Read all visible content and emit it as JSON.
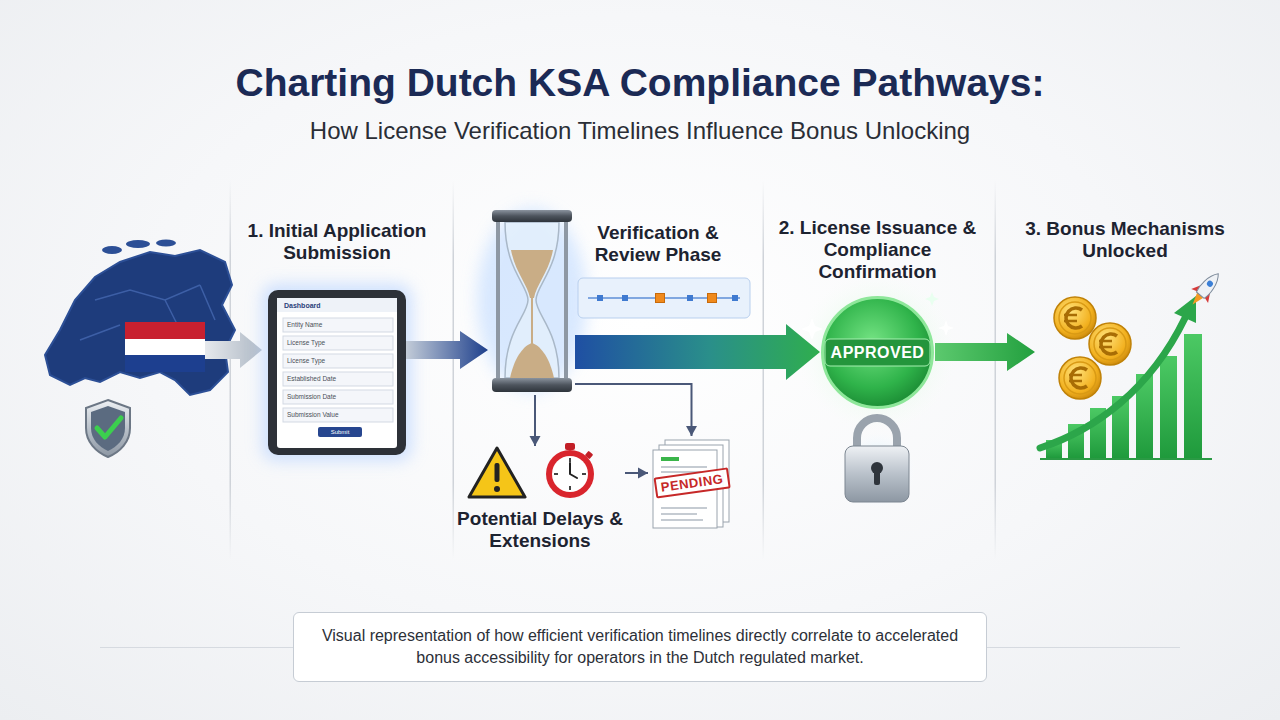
{
  "diagram": {
    "title": "Charting Dutch KSA Compliance Pathways:",
    "caption": "Visual representation of how efficient verification timelines directly correlate to accelerated bonus accessibility for operators in the Dutch regulated market.",
    "nodes": [
      {
        "text": [
          "1. Initial Application Submission"
        ]
      },
      {
        "text": [
          "Verification & Review Phase"
        ]
      },
      {
        "text": [
          "Potential Delays & Extensions"
        ]
      },
      {
        "text": [
          "PENDING"
        ]
      },
      {
        "text": [
          "2. License Issuance & Compliance Confirmation",
          "APPROVED"
        ]
      },
      {
        "text": [
          "3. Bonus Mechanisms Unlocked"
        ]
      }
    ],
    "edges": [
      {
        "from": 0,
        "to": 1,
        "arrow": "to"
      },
      {
        "from": 1,
        "to": 4,
        "arrow": "to"
      },
      {
        "from": 4,
        "to": 5,
        "arrow": "to"
      },
      {
        "from": 1,
        "to": 2,
        "arrow": "to"
      },
      {
        "from": 1,
        "to": 3,
        "arrow": "to"
      },
      {
        "from": 2,
        "to": 3,
        "arrow": "to"
      }
    ],
    "labels": [
      "How License Verification Timelines Influence Bonus Unlocking",
      "Dashboard",
      "Entity Name",
      "License Type",
      "License Type",
      "Established Date",
      "Submission Date",
      "Submission Value",
      "Submit"
    ]
  }
}
